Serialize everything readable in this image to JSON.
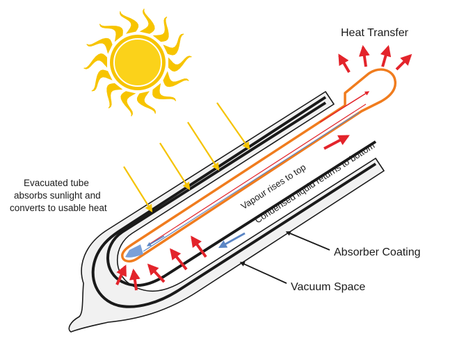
{
  "labels": {
    "heat_transfer": "Heat Transfer",
    "evacuated_line1": "Evacuated tube",
    "evacuated_line2": "absorbs sunlight and",
    "evacuated_line3": "converts to usable heat",
    "vapour": "Vapour rises to top",
    "condensed": "Condensed liquid returns to bottom",
    "absorber": "Absorber Coating",
    "vacuum": "Vacuum Space"
  },
  "colors": {
    "sun": "#f7c400",
    "sun_core": "#fbd21a",
    "sunray_arrow": "#f5c300",
    "heat_arrow": "#e3242b",
    "cool_arrow": "#5b86c5",
    "heat_pipe": "#f07c1e",
    "glass_outline": "#1a1a1a",
    "glass_fill": "#f1f1f1",
    "liquid": "#7aa0d8"
  },
  "icons": {
    "sun": "sun-icon"
  }
}
